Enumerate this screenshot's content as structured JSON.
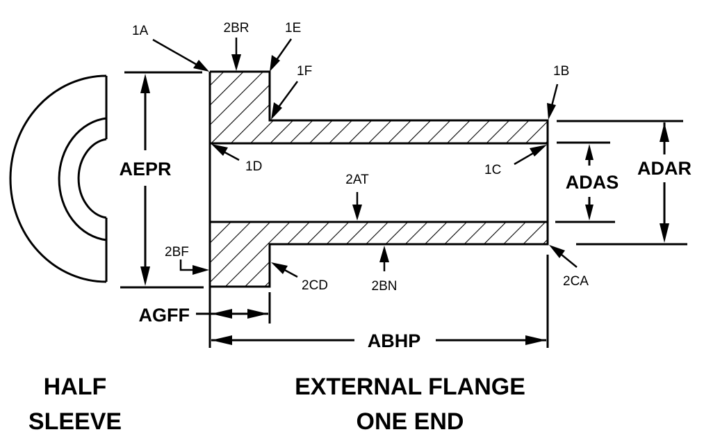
{
  "diagram": {
    "subject": "External flange sleeve, one end",
    "colors": {
      "line": "#000000",
      "background": "#ffffff"
    },
    "views": {
      "end_view": {
        "title_line1": "HALF",
        "title_line2": "SLEEVE"
      },
      "section_view": {
        "title_line1": "EXTERNAL FLANGE",
        "title_line2": "ONE END"
      }
    },
    "dimensions": {
      "aepr": "AEPR",
      "agff": "AGFF",
      "abhp": "ABHP",
      "adas": "ADAS",
      "adar": "ADAR"
    },
    "callouts": {
      "c1a": "1A",
      "c2br": "2BR",
      "c1e": "1E",
      "c1f": "1F",
      "c1b": "1B",
      "c1d": "1D",
      "c1c": "1C",
      "c2at": "2AT",
      "c2bf": "2BF",
      "c2cd": "2CD",
      "c2bn": "2BN",
      "c2ca": "2CA"
    }
  }
}
